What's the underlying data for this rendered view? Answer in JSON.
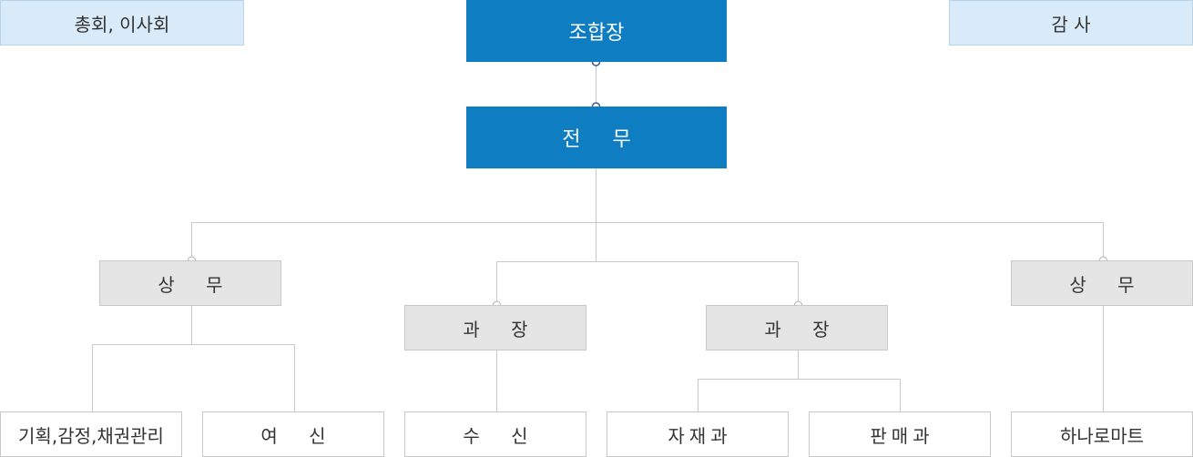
{
  "org": {
    "assembly": "총회, 이사회",
    "auditor": "감 사",
    "chairman": "조합장",
    "executive": "전 무",
    "director_left": "상 무",
    "director_right": "상 무",
    "manager_a": "과 장",
    "manager_b": "과 장",
    "dept_planning": "기획,감정,채권관리",
    "dept_credit": "여 신",
    "dept_deposit": "수 신",
    "dept_materials": "자재과",
    "dept_sales": "판매과",
    "dept_mart": "하나로마트"
  },
  "colors": {
    "main_box": "#0f7dc2",
    "side_box": "#d9ebf9",
    "mid_box": "#e5e5e5",
    "line": "#c8c8c8",
    "connector_dot": "#3d5a99"
  }
}
